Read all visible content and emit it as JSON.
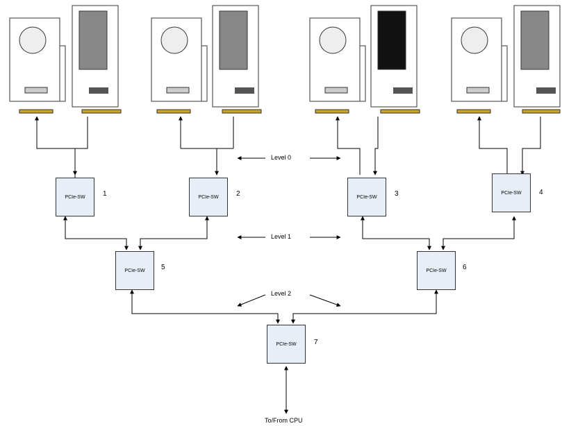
{
  "switch_label": "PCIe-SW",
  "switches": [
    {
      "number": "1"
    },
    {
      "number": "2"
    },
    {
      "number": "3"
    },
    {
      "number": "4"
    },
    {
      "number": "5"
    },
    {
      "number": "6"
    },
    {
      "number": "7"
    }
  ],
  "levels": [
    "Level 0",
    "Level 1",
    "Level 2"
  ],
  "cpu_label": "To/From CPU"
}
